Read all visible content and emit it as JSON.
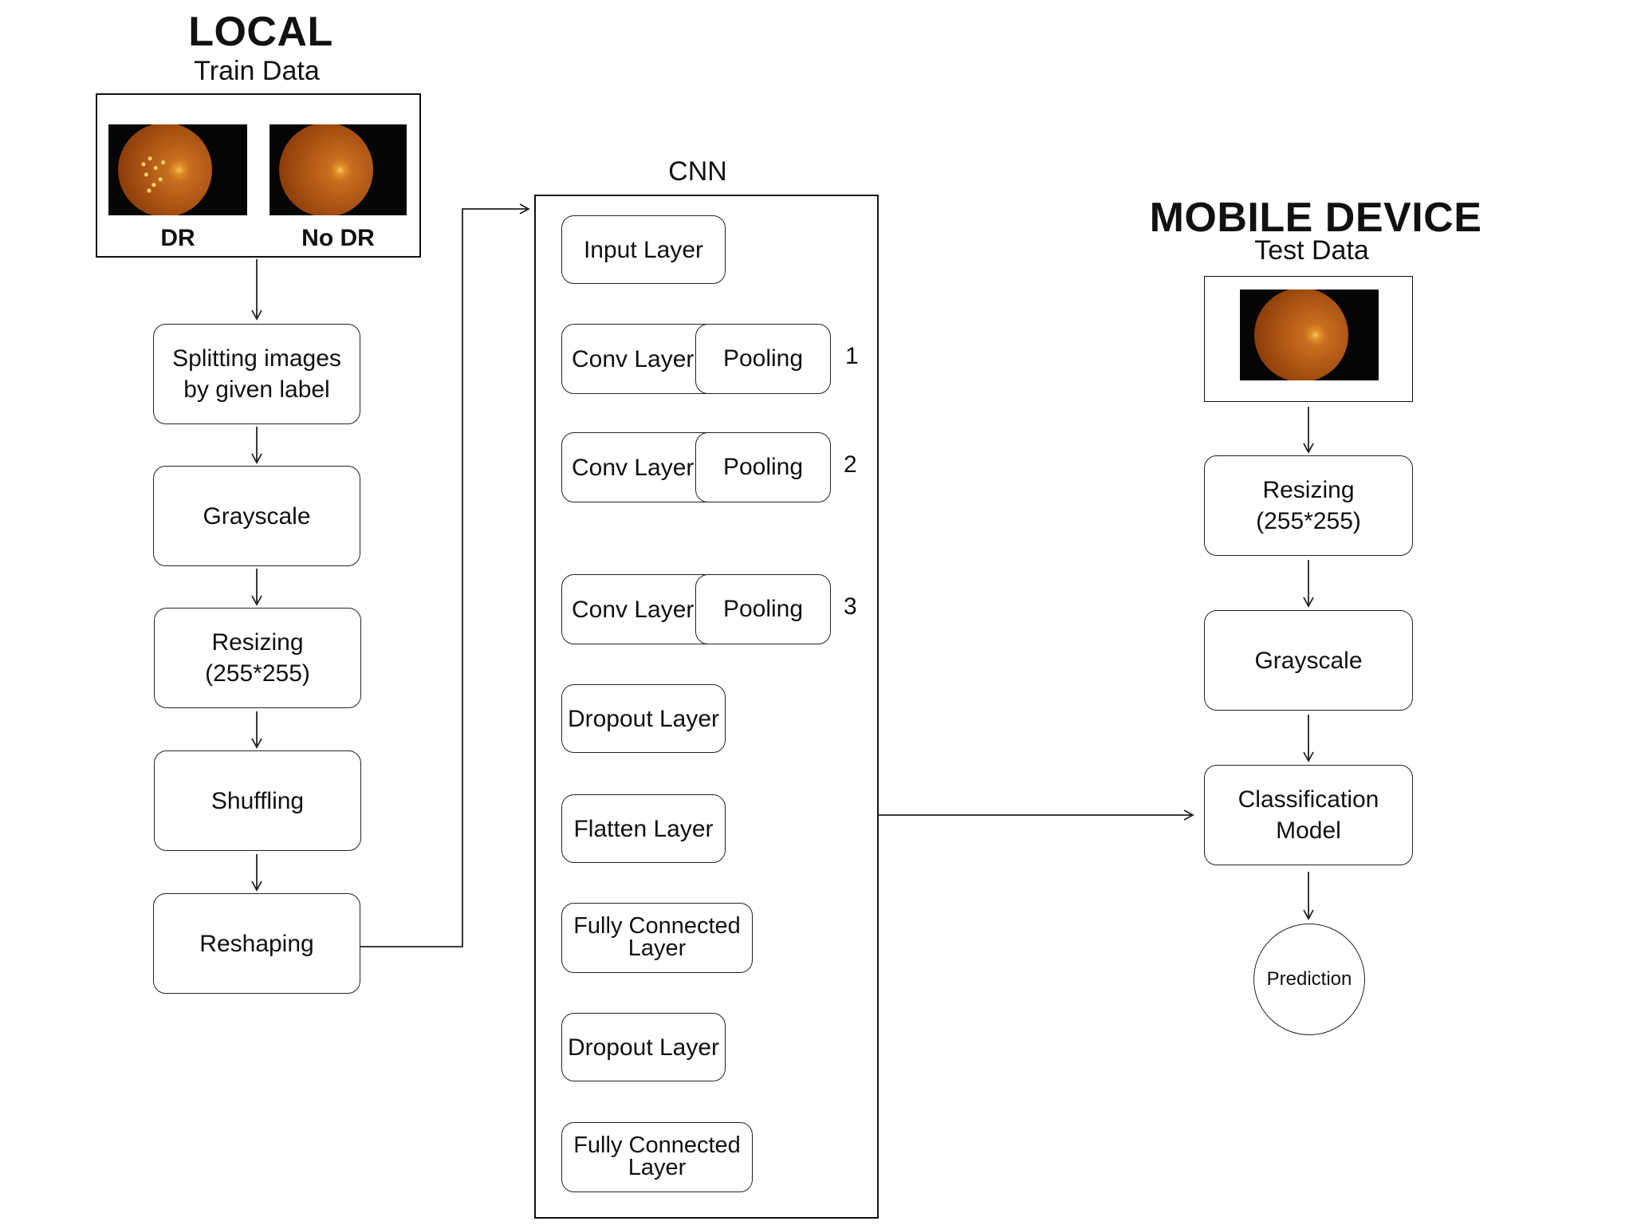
{
  "local": {
    "title": "LOCAL",
    "subtitle": "Train Data",
    "images": [
      {
        "label": "DR",
        "kind": "fundus-dr"
      },
      {
        "label": "No DR",
        "kind": "fundus-normal"
      }
    ],
    "steps": [
      {
        "lines": [
          "Splitting images",
          "by given label"
        ]
      },
      {
        "lines": [
          "Grayscale"
        ]
      },
      {
        "lines": [
          "Resizing",
          "(255*255)"
        ]
      },
      {
        "lines": [
          "Shuffling"
        ]
      },
      {
        "lines": [
          "Reshaping"
        ]
      }
    ]
  },
  "cnn": {
    "title": "CNN",
    "input_layer": "Input Layer",
    "conv_blocks": [
      {
        "conv": "Conv Layer",
        "pool": "Pooling",
        "num": "1"
      },
      {
        "conv": "Conv Layer",
        "pool": "Pooling",
        "num": "2"
      },
      {
        "conv": "Conv Layer",
        "pool": "Pooling",
        "num": "3"
      }
    ],
    "layers_after": [
      {
        "lines": [
          "Dropout Layer"
        ]
      },
      {
        "lines": [
          "Flatten Layer"
        ]
      },
      {
        "lines": [
          "Fully Connected",
          "Layer"
        ]
      },
      {
        "lines": [
          "Dropout Layer"
        ]
      },
      {
        "lines": [
          "Fully Connected",
          "Layer"
        ]
      }
    ]
  },
  "mobile": {
    "title": "MOBILE DEVICE",
    "subtitle": "Test Data",
    "image": {
      "kind": "fundus-normal"
    },
    "steps": [
      {
        "lines": [
          "Resizing",
          "(255*255)"
        ]
      },
      {
        "lines": [
          "Grayscale"
        ]
      },
      {
        "lines": [
          "Classification",
          "Model"
        ]
      }
    ],
    "output": "Prediction"
  },
  "colors": {
    "stroke": "#222222",
    "fundus_bg": "#050505",
    "fundus_orange": "#b25a16"
  },
  "icons": [
    "retina-fundus-image"
  ]
}
